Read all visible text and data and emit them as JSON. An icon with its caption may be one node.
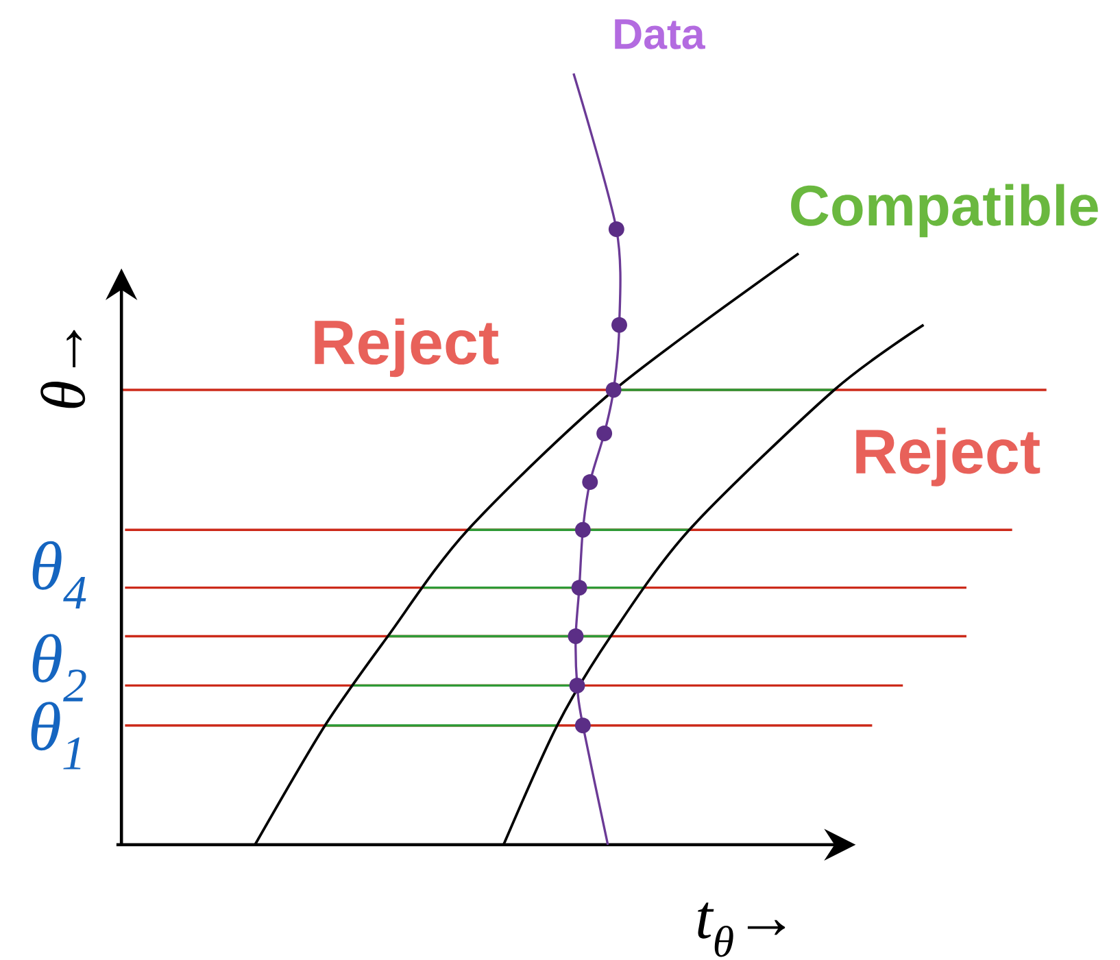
{
  "diagram": {
    "labels": [
      "Data",
      "Compatible",
      "Reject",
      "Reject",
      "θ→",
      "θ$_{4}$",
      "θ$_{2}$",
      "θ$_{1}$",
      "t$_{θ}$→"
    ]
  }
}
